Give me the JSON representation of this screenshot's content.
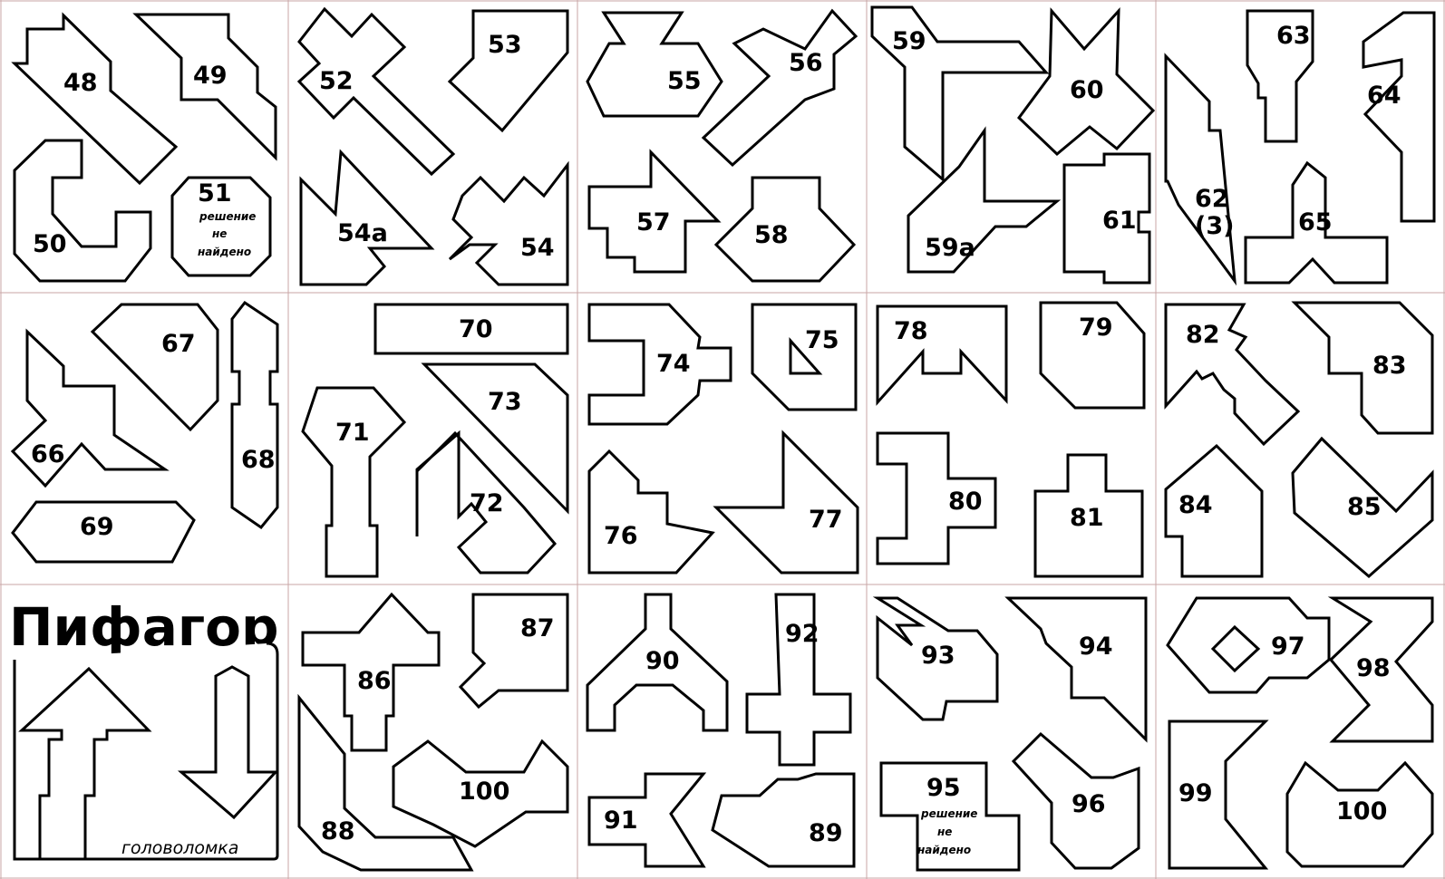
{
  "labels": {
    "p48": "48",
    "p49": "49",
    "p50": "50",
    "p51": "51",
    "p52": "52",
    "p53": "53",
    "p54a": "54a",
    "p54": "54",
    "p55": "55",
    "p56": "56",
    "p57": "57",
    "p58": "58",
    "p59": "59",
    "p59a": "59a",
    "p60": "60",
    "p61": "61",
    "p62": "62",
    "p62_note": "(3)",
    "p63": "63",
    "p64": "64",
    "p65": "65",
    "p66": "66",
    "p67": "67",
    "p68": "68",
    "p69": "69",
    "p70": "70",
    "p71": "71",
    "p72": "72",
    "p73": "73",
    "p74": "74",
    "p75": "75",
    "p76": "76",
    "p77": "77",
    "p78": "78",
    "p79": "79",
    "p80": "80",
    "p81": "81",
    "p82": "82",
    "p83": "83",
    "p84": "84",
    "p85": "85",
    "p86": "86",
    "p87": "87",
    "p88": "88",
    "p89": "89",
    "p90": "90",
    "p91": "91",
    "p92": "92",
    "p93": "93",
    "p94": "94",
    "p95": "95",
    "p96": "96",
    "p97": "97",
    "p98": "98",
    "p99": "99",
    "p100": "100",
    "p100b": "100"
  },
  "notes": {
    "solution_line1": "решение",
    "solution_line2": "не",
    "solution_line3": "найдено"
  },
  "brand": {
    "title": "Пифагор",
    "subtitle": "головоломка"
  }
}
